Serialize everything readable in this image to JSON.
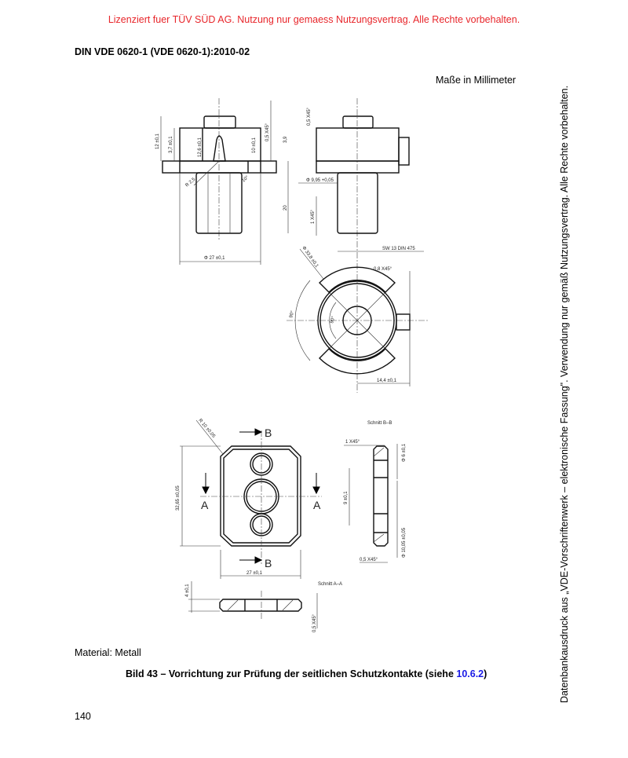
{
  "license_notice": "Lizenziert fuer TÜV SÜD AG. Nutzung nur gemaess Nutzungsvertrag. Alle Rechte vorbehalten.",
  "standard_id": "DIN VDE 0620-1 (VDE 0620-1):2010-02",
  "units_note": "Maße in Millimeter",
  "drawing_labels": {
    "d1": "12 ±0,1",
    "d2": "3,7 ±0,1",
    "d3": "12,6 ±0,1",
    "d4": "10 ±0,1",
    "d5": "0,5 X45°",
    "d6": "3,9",
    "d7": "R 2,5",
    "d8": "10°",
    "d9": "20",
    "d10": "Φ 27 ±0,1",
    "d11": "0,5 X45°",
    "d12": "Φ 9,95 +0,05",
    "d13": "1 X45°",
    "d14": "SW 13 DIN 475",
    "d15": "Φ 33,8 ±0,1",
    "d16": "0,8 X45°",
    "d17": "90°",
    "d18": "90°",
    "d19": "14,4 ±0,1",
    "d20": "R 10 ±0,05",
    "d21": "32,65 ±0,05",
    "d22": "9 ±0,1",
    "d23": "27 ±0,1",
    "section_bb": "Schnitt B–B",
    "d24": "1 X45°",
    "d25": "Φ 6 ±0,1",
    "d26": "Φ 10,05 ±0,05",
    "d27": "0,5 X45°",
    "section_aa": "Schnitt A–A",
    "d28": "4 ±0,1",
    "d29": "0,5 X45°",
    "mark_a": "A",
    "mark_b": "B"
  },
  "material": "Material: Metall",
  "caption": {
    "text": "Bild 43 – Vorrichtung zur Prüfung der seitlichen Schutzkontakte (siehe ",
    "link": "10.6.2",
    "close": ")"
  },
  "page_number": "140",
  "side_notice": "Datenbankausdruck aus „VDE-Vorschriftenwerk – elektronische Fassung\". Verwendung nur gemäß Nutzungsvertrag. Alle Rechte vorbehalten."
}
